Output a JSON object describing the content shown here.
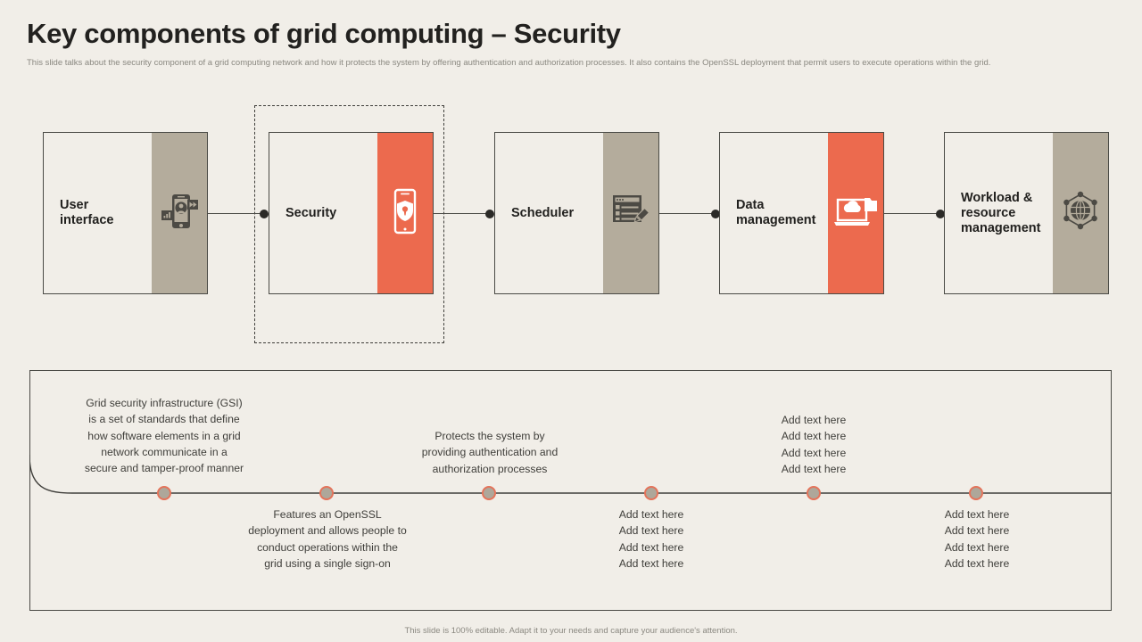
{
  "header": {
    "title": "Key components of grid computing – Security",
    "subtitle": "This slide talks about the security component of a grid computing network and how it protects the system by offering authentication and authorization processes. It also contains the OpenSSL deployment that permit users to execute operations within the grid."
  },
  "colors": {
    "background": "#F1EEE8",
    "accent_orange": "#EC6A4E",
    "accent_tan": "#B4AC9C",
    "outline": "#4A4A45",
    "text": "#3F3E3A",
    "muted": "#8A8880"
  },
  "flow": {
    "highlighted_index": 1,
    "nodes": [
      {
        "label": "User\ninterface",
        "icon": "mobile-user-interface-icon",
        "strip": "tan"
      },
      {
        "label": "Security",
        "icon": "mobile-shield-lock-icon",
        "strip": "orange"
      },
      {
        "label": "Scheduler",
        "icon": "checklist-pencil-icon",
        "strip": "tan"
      },
      {
        "label": "Data\nmanagement",
        "icon": "laptop-cloud-folder-icon",
        "strip": "orange"
      },
      {
        "label": "Workload &\nresource\nmanagement",
        "icon": "globe-network-icon",
        "strip": "tan"
      }
    ]
  },
  "timeline": {
    "markers": 6,
    "entries": [
      {
        "position": "above",
        "text": "Grid security infrastructure (GSI)\nis a set of standards that define\nhow software elements in a grid\nnetwork communicate in a\nsecure and tamper-proof manner"
      },
      {
        "position": "below",
        "text": "Features an OpenSSL\ndeployment and allows people to\nconduct operations within the\ngrid using a single sign-on"
      },
      {
        "position": "above",
        "text": "Protects the system by\nproviding authentication and\nauthorization processes"
      },
      {
        "position": "below",
        "text": "Add text here\nAdd text here\nAdd text here\nAdd text here"
      },
      {
        "position": "above",
        "text": "Add text here\nAdd text here\nAdd text here\nAdd text here"
      },
      {
        "position": "below",
        "text": "Add text here\nAdd text here\nAdd text here\nAdd text here"
      }
    ]
  },
  "footer": {
    "note": "This slide is 100% editable. Adapt it to your needs and capture your audience's attention."
  }
}
